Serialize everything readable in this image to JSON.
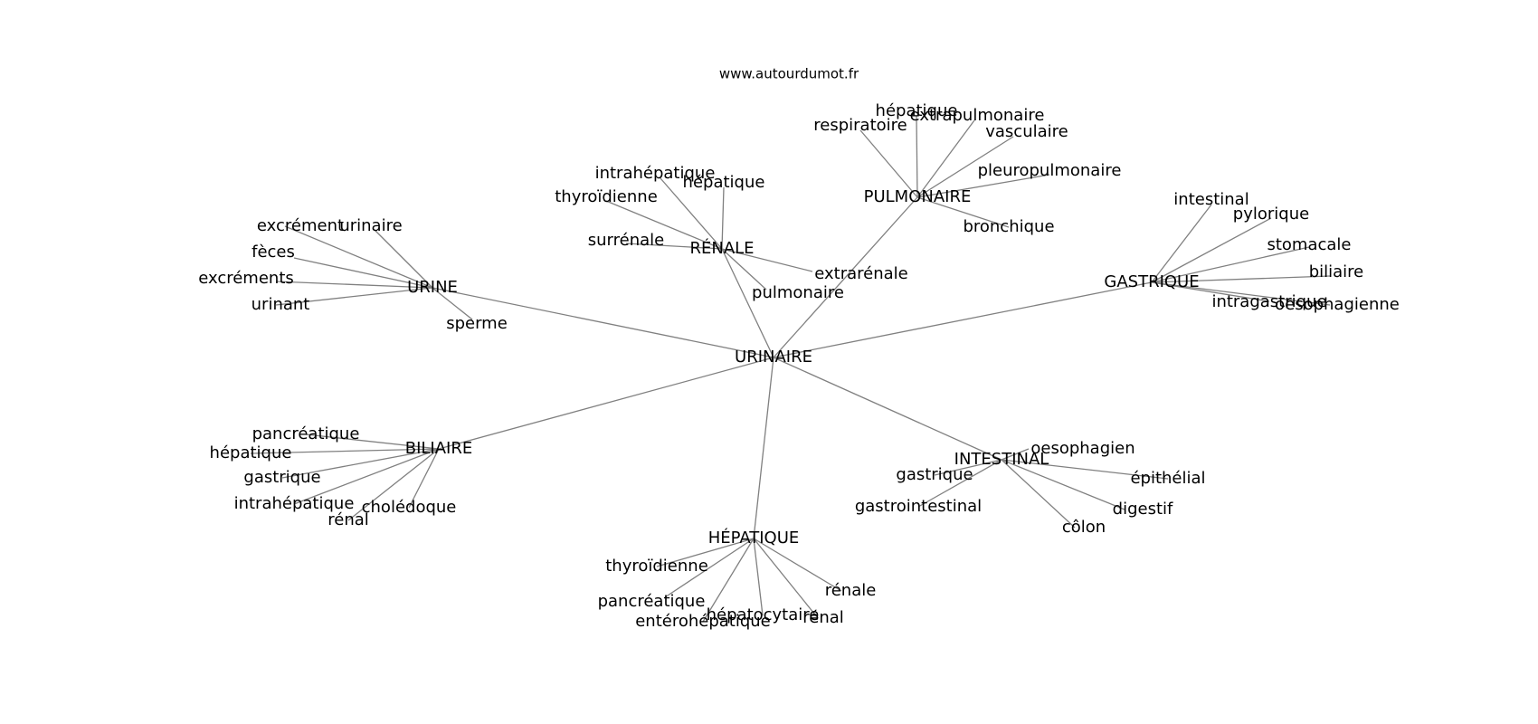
{
  "site": "www.autourdumot.fr",
  "graph": {
    "center": "URINAIRE",
    "clusters": [
      {
        "hub": "URINE",
        "leaves": [
          "excrément",
          "urinaire",
          "fèces",
          "excréments",
          "urinant",
          "sperme"
        ]
      },
      {
        "hub": "RÉNALE",
        "leaves": [
          "intrahépatique",
          "hépatique",
          "thyroïdienne",
          "surrénale",
          "extrarénale",
          "pulmonaire"
        ]
      },
      {
        "hub": "PULMONAIRE",
        "leaves": [
          "hépatique",
          "extrapulmonaire",
          "respiratoire",
          "vasculaire",
          "pleuropulmonaire",
          "bronchique"
        ]
      },
      {
        "hub": "GASTRIQUE",
        "leaves": [
          "intestinal",
          "pylorique",
          "stomacale",
          "biliaire",
          "intragastrique",
          "oesophagienne"
        ]
      },
      {
        "hub": "BILIAIRE",
        "leaves": [
          "pancréatique",
          "hépatique",
          "gastrique",
          "intrahépatique",
          "cholédoque",
          "rénal"
        ]
      },
      {
        "hub": "INTESTINAL",
        "leaves": [
          "oesophagien",
          "gastrique",
          "épithélial",
          "gastrointestinal",
          "digestif",
          "côlon"
        ]
      },
      {
        "hub": "HÉPATIQUE",
        "leaves": [
          "thyroïdienne",
          "pancréatique",
          "rénale",
          "hépatocytaire",
          "entérohépatique",
          "rénal"
        ]
      }
    ]
  }
}
